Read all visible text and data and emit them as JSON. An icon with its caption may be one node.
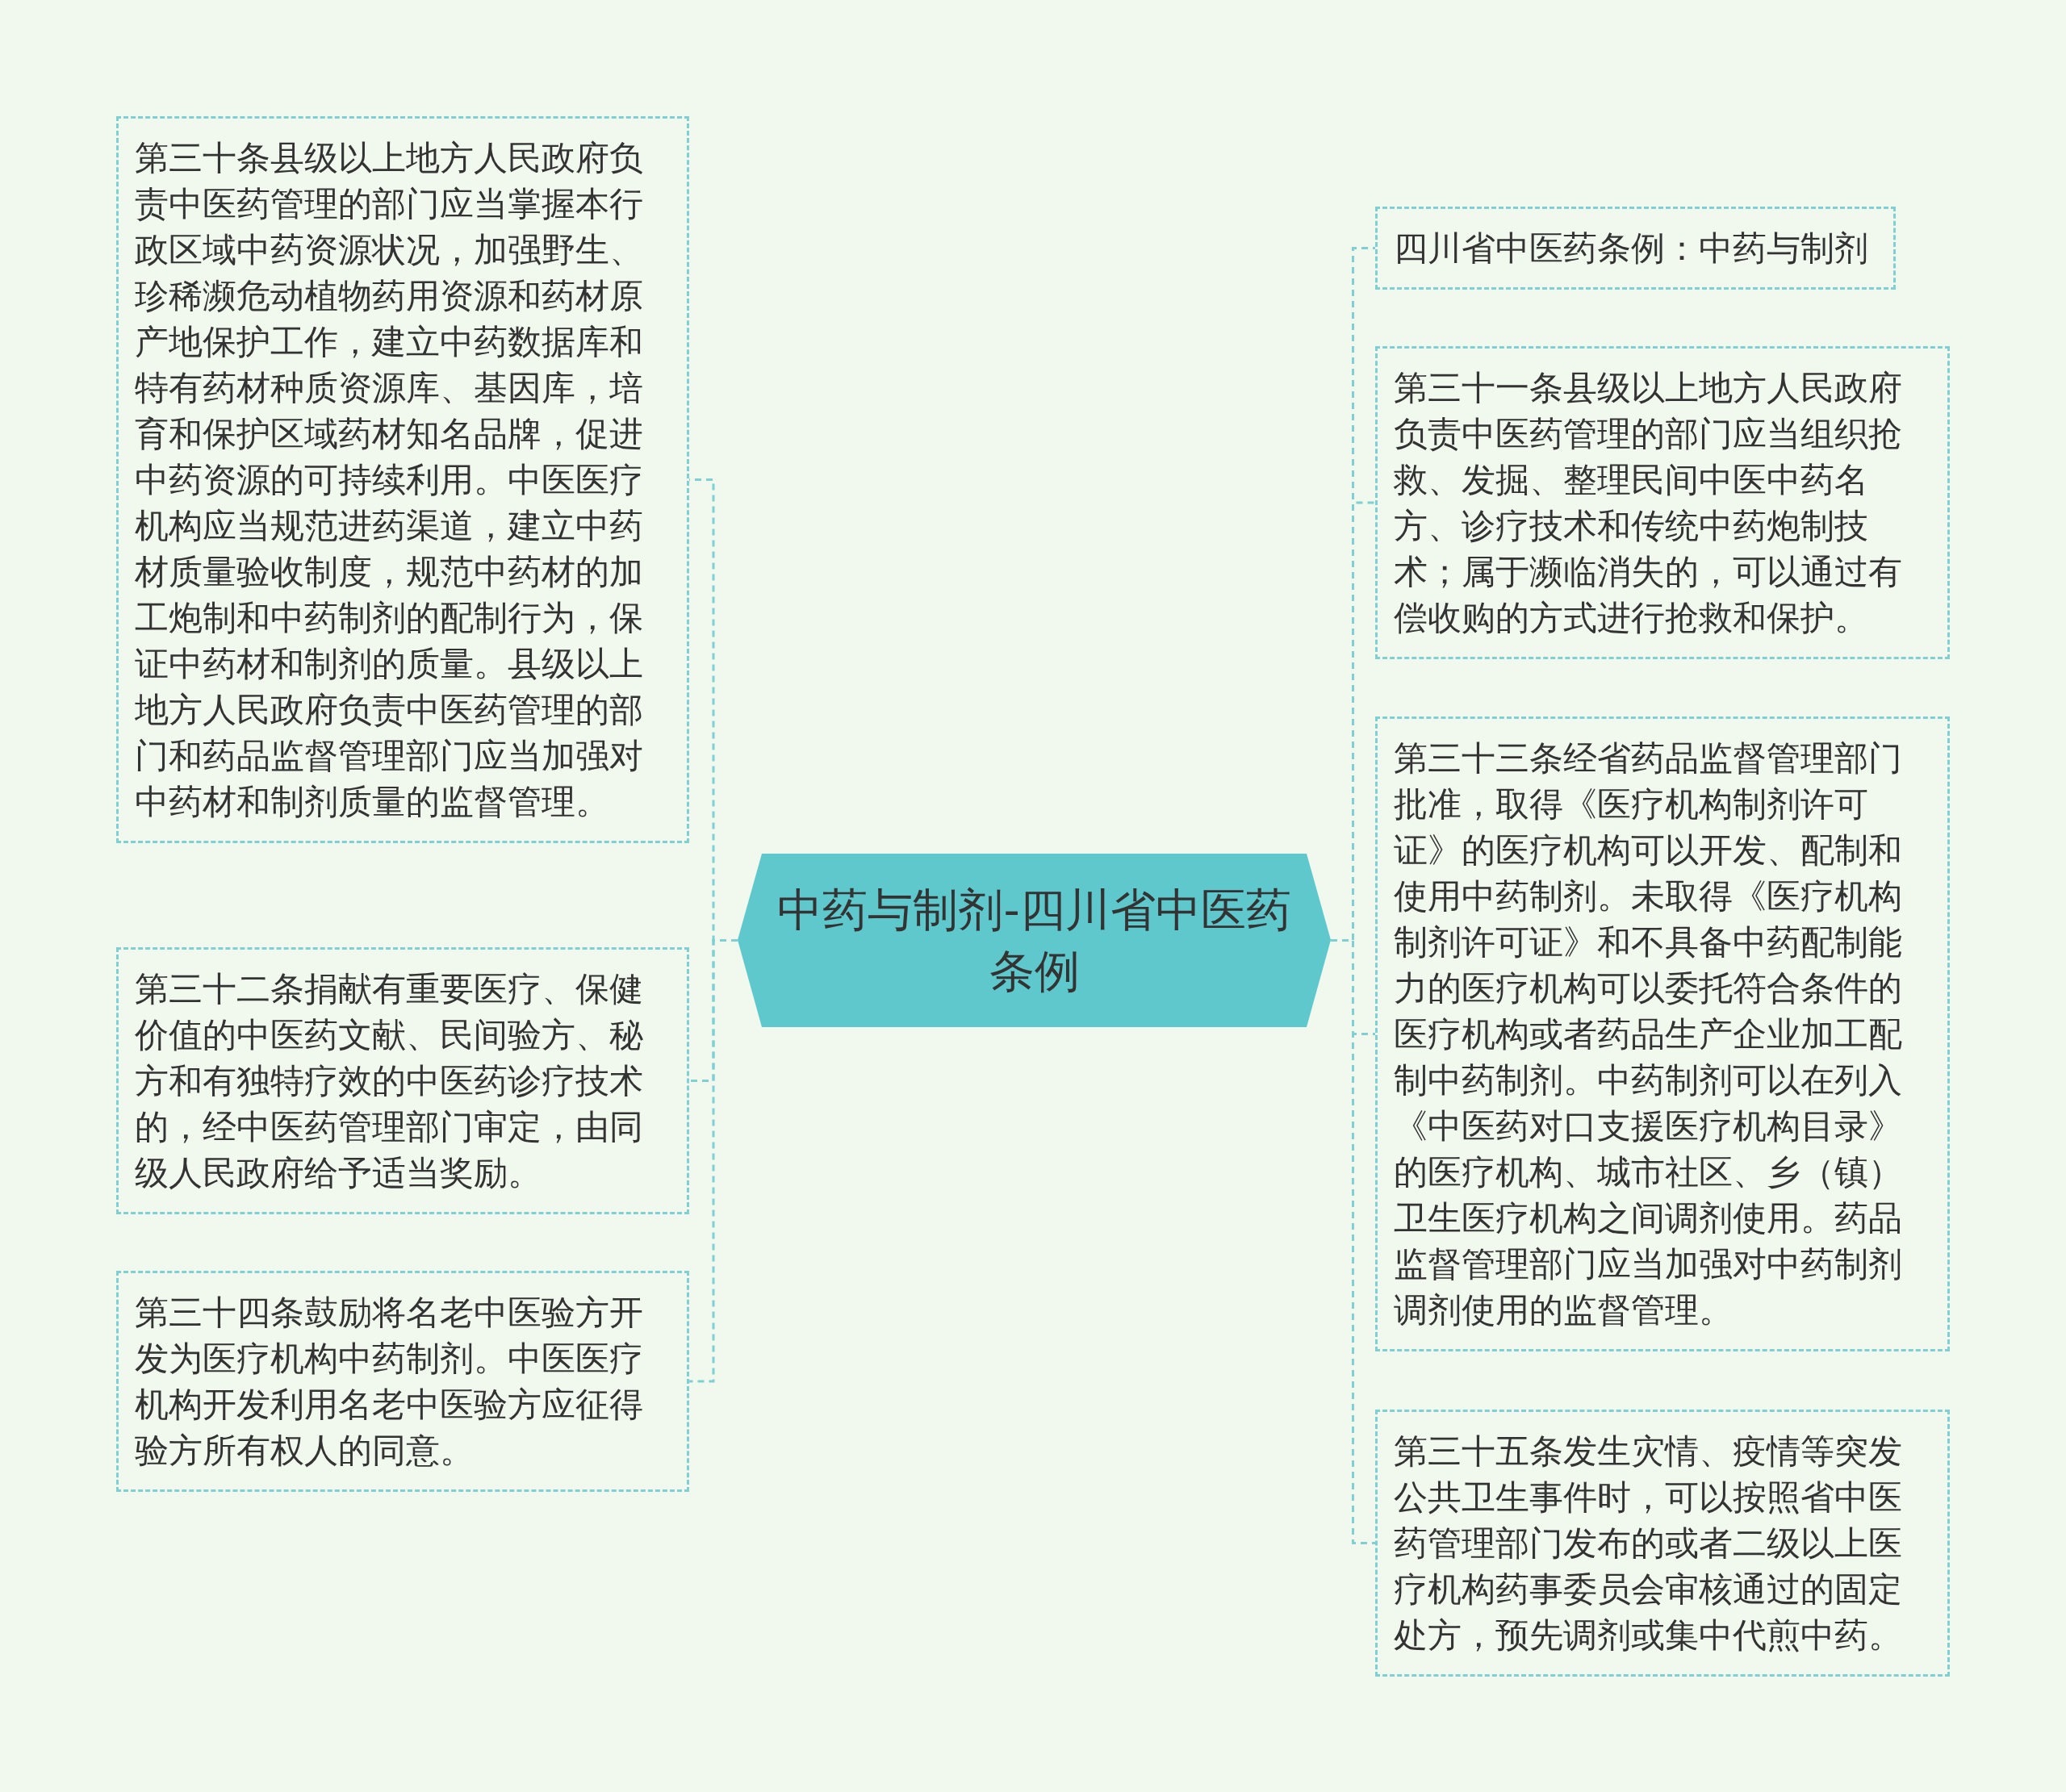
{
  "diagram": {
    "nodes": [
      {
        "text": [
          "中药与制剂-四川省中医药条例"
        ]
      },
      {
        "text": [
          "第三十条县级以上地方人民政府负责中医药管理的部门应当掌握本行政区域中药资源状况，加强野生、珍稀濒危动植物药用资源和药材原产地保护工作，建立中药数据库和特有药材种质资源库、基因库，培育和保护区域药材知名品牌，促进中药资源的可持续利用。中医医疗机构应当规范进药渠道，建立中药材质量验收制度，规范中药材的加工炮制和中药制剂的配制行为，保证中药材和制剂的质量。县级以上地方人民政府负责中医药管理的部门和药品监督管理部门应当加强对中药材和制剂质量的监督管理。"
        ]
      },
      {
        "text": [
          "第三十二条捐献有重要医疗、保健价值的中医药文献、民间验方、秘方和有独特疗效的中医药诊疗技术的，经中医药管理部门审定，由同级人民政府给予适当奖励。"
        ]
      },
      {
        "text": [
          "第三十四条鼓励将名老中医验方开发为医疗机构中药制剂。中医医疗机构开发利用名老中医验方应征得验方所有权人的同意。"
        ]
      },
      {
        "text": [
          "四川省中医药条例：中药与制剂"
        ]
      },
      {
        "text": [
          "第三十一条县级以上地方人民政府负责中医药管理的部门应当组织抢救、发掘、整理民间中医中药名方、诊疗技术和传统中药炮制技术；属于濒临消失的，可以通过有偿收购的方式进行抢救和保护。"
        ]
      },
      {
        "text": [
          "第三十三条经省药品监督管理部门批准，取得《医疗机构制剂许可证》的医疗机构可以开发、配制和使用中药制剂。未取得《医疗机构制剂许可证》和不具备中药配制能力的医疗机构可以委托符合条件的医疗机构或者药品生产企业加工配制中药制剂。中药制剂可以在列入《中医药对口支援医疗机构目录》的医疗机构、城市社区、乡（镇）卫生医疗机构之间调剂使用。药品监督管理部门应当加强对中药制剂调剂使用的监督管理。"
        ]
      },
      {
        "text": [
          "第三十五条发生灾情、疫情等突发公共卫生事件时，可以按照省中医药管理部门发布的或者二级以上医疗机构药事委员会审核通过的固定处方，预先调剂或集中代煎中药。"
        ]
      }
    ],
    "edges": [
      {
        "from": 0,
        "to": 1,
        "arrow": "none",
        "style": "dashed"
      },
      {
        "from": 0,
        "to": 2,
        "arrow": "none",
        "style": "dashed"
      },
      {
        "from": 0,
        "to": 3,
        "arrow": "none",
        "style": "dashed"
      },
      {
        "from": 0,
        "to": 4,
        "arrow": "none",
        "style": "dashed"
      },
      {
        "from": 0,
        "to": 5,
        "arrow": "none",
        "style": "dashed"
      },
      {
        "from": 0,
        "to": 6,
        "arrow": "none",
        "style": "dashed"
      },
      {
        "from": 0,
        "to": 7,
        "arrow": "none",
        "style": "dashed"
      }
    ]
  }
}
